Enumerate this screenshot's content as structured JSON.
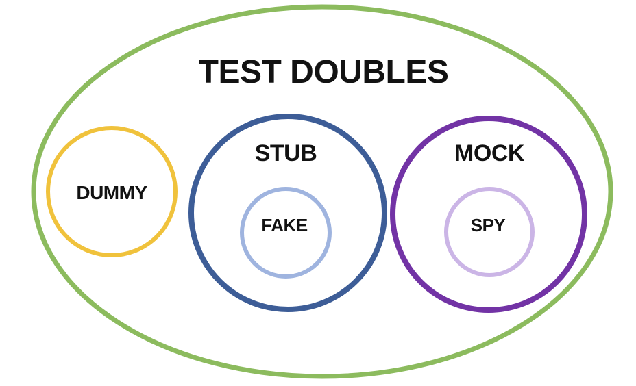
{
  "page": {
    "background_color": "#ffffff",
    "text_color": "#121212"
  },
  "diagram": {
    "type": "venn-euler",
    "title": "TEST DOUBLES",
    "outer_ellipse": {
      "label": "TEST DOUBLES",
      "color": "#8cbb5e"
    },
    "sets": [
      {
        "label": "DUMMY",
        "color": "#f0c23c",
        "parent": "TEST DOUBLES"
      },
      {
        "label": "STUB",
        "color": "#3d5d97",
        "parent": "TEST DOUBLES"
      },
      {
        "label": "FAKE",
        "color": "#9fb4df",
        "parent": "STUB"
      },
      {
        "label": "MOCK",
        "color": "#7233a5",
        "parent": "TEST DOUBLES"
      },
      {
        "label": "SPY",
        "color": "#cbb5e6",
        "parent": "MOCK"
      }
    ]
  }
}
